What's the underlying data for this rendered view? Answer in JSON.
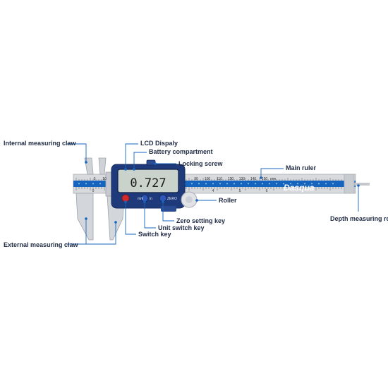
{
  "labels": {
    "internal_claw": "Internal measuring claw",
    "lcd_display": "LCD Dispaly",
    "battery": "Battery compartment",
    "locking_screw": "Locking screw",
    "main_ruler": "Main ruler",
    "roller": "Roller",
    "zero_key": "Zero setting key",
    "unit_key": "Unit switch key",
    "switch_key": "Switch key",
    "depth_rod": "Depth measuring rod",
    "external_claw": "External measuring claw"
  },
  "device": {
    "brand": "Dasqua",
    "reading": "0.727",
    "unit_mm": "mm",
    "unit_in": "in",
    "zero": "ZERO",
    "scale_unit": "mm",
    "mm_scale": [
      "0",
      "10",
      "90",
      "100",
      "110",
      "120",
      "130",
      "140",
      "150"
    ],
    "inch_scale": [
      "0",
      "4",
      "5",
      "6"
    ]
  },
  "colors": {
    "accent": "#1565c0",
    "body": "#1e3a7a",
    "steel": "#d8dade",
    "lcd": "#c9d3cc"
  }
}
